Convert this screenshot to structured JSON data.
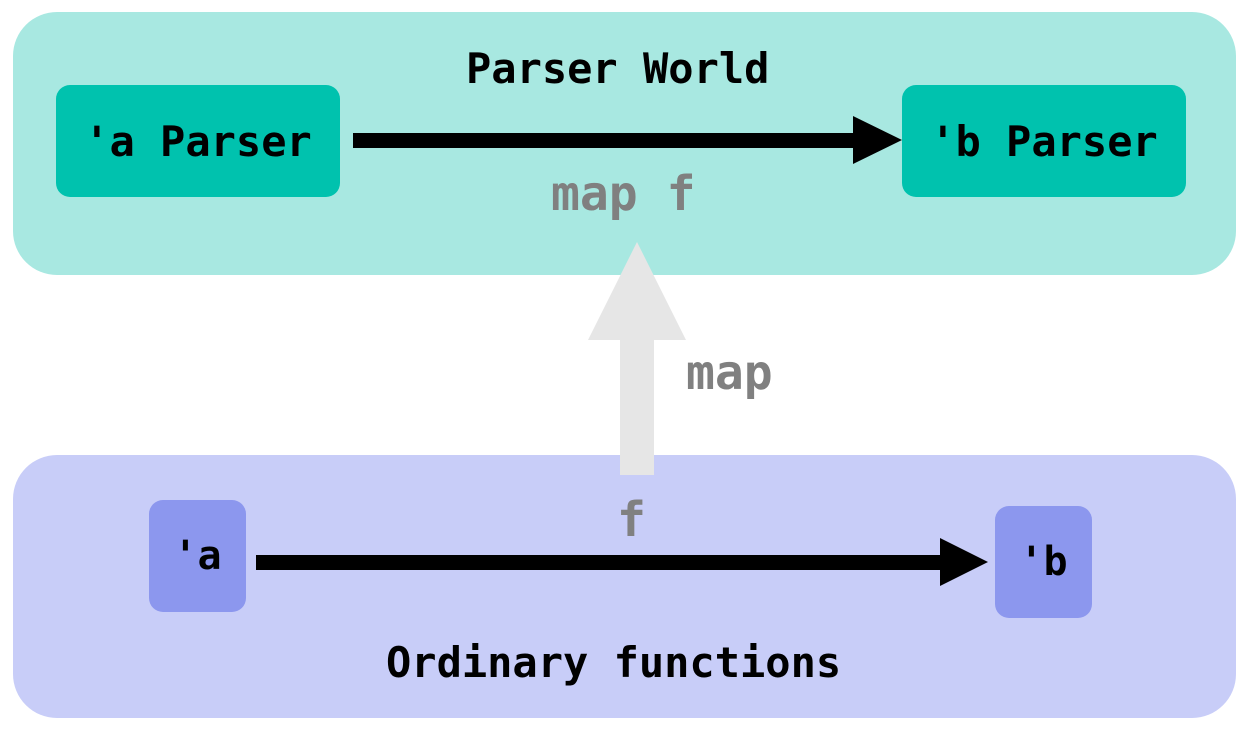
{
  "parser_world": {
    "title": "Parser World",
    "source": "'a Parser",
    "target": "'b Parser",
    "arrow_label": "map f"
  },
  "lift": {
    "label": "map"
  },
  "ordinary": {
    "title": "Ordinary functions",
    "source": "'a",
    "target": "'b",
    "arrow_label": "f"
  },
  "colors": {
    "parser_world_bg": "#a8e8e1",
    "parser_box": "#00c2ae",
    "ordinary_bg": "#c8cdf8",
    "ordinary_box": "#8c97ee",
    "lift_arrow": "#e6e6e6",
    "label_grey": "#808080",
    "arrow": "#000000"
  }
}
